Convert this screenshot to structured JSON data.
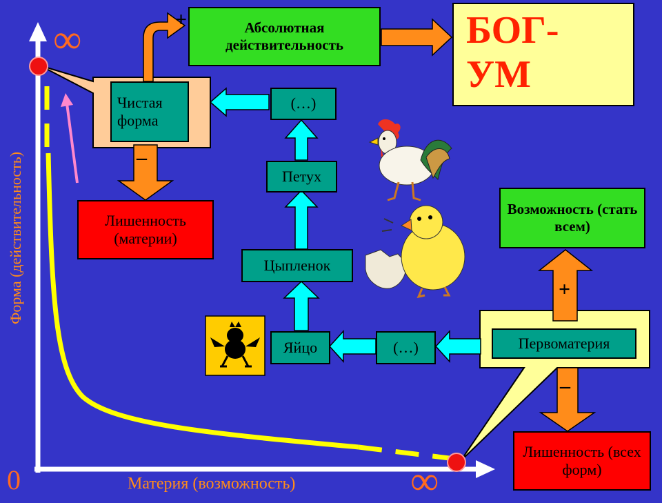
{
  "boxes": {
    "absolute_reality": "Абсолютная действительность",
    "god_mind": "БОГ-\nУМ",
    "pure_form": "Чистая форма",
    "privation_matter": "Лишенность (материи)",
    "ellipsis_top": "(…)",
    "rooster": "Петух",
    "chick": "Цыпленок",
    "egg": "Яйцо",
    "ellipsis_mid": "(…)",
    "possibility": "Возможность (стать всем)",
    "prime_matter": "Первоматерия",
    "privation_forms": "Лишенность (всех форм)"
  },
  "signs": {
    "plus_top": "+",
    "minus_top": "–",
    "plus_right": "+",
    "minus_right": "–"
  },
  "axes": {
    "y_label": "Форма (действительность)",
    "x_label": "Материя (возможность)",
    "origin": "0",
    "inf_top": "∞",
    "inf_right": "∞"
  },
  "colors": {
    "background": "#3434c8",
    "teal_box": "#00a08a",
    "green_box": "#33dd22",
    "red_box": "#ff0000",
    "callout": "#ffcc99",
    "callout_yellow": "#ffff99",
    "cyan_arrow": "#00ffff",
    "orange_arrow": "#ff8c1a",
    "curve": "#ffff00"
  },
  "icons": [
    "rooster-illustration",
    "chick-illustration",
    "hatching-chick-icon",
    "thinker-statue-icon"
  ]
}
